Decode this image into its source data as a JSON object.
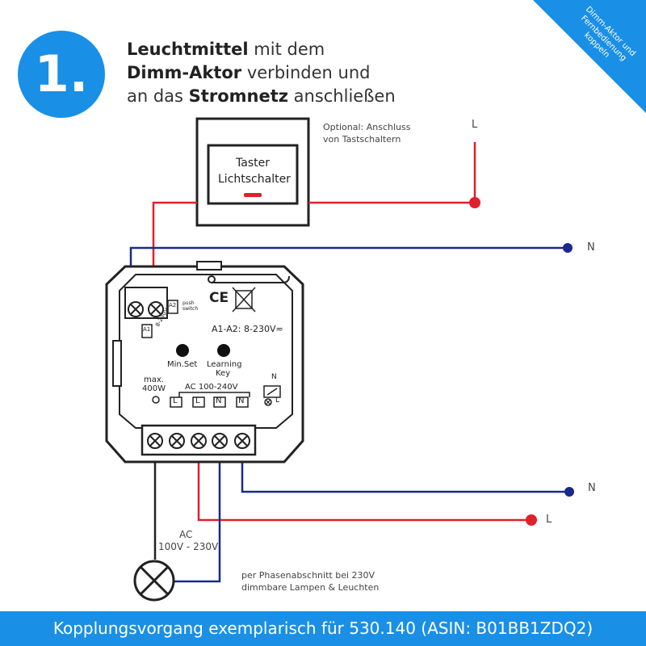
{
  "step_number": "1.",
  "corner_banner": "Dimm-Aktor und Fernbedienung koppeln",
  "headline": {
    "line1_bold": "Leuchtmittel",
    "line1_rest": " mit dem",
    "line2_bold": "Dimm-Aktor",
    "line2_rest": " verbinden und",
    "line3_pre": "an das ",
    "line3_bold": "Stromnetz",
    "line3_rest": " anschließen"
  },
  "switch_box": {
    "label1": "Taster",
    "label2": "Lichtschalter",
    "optional_note1": "Optional: Anschluss",
    "optional_note2": "von Tastschaltern"
  },
  "wire_labels": {
    "top_L": "L",
    "top_N": "N",
    "mid_N": "N",
    "low_L": "L"
  },
  "module": {
    "ce": "CE",
    "a1_a2": "A1-A2: 8-230V≂",
    "minset": "Min.Set",
    "learning1": "Learning",
    "learning2": "Key",
    "max1": "max.",
    "max2": "400W",
    "ac_range": "AC 100-240V",
    "terminals": [
      "L",
      "L",
      "N",
      "N"
    ],
    "small_a1": "A1",
    "small_a2": "A2",
    "small_v": "8-230V",
    "push_switch": "push switch",
    "right_n": "N",
    "right_l": "L"
  },
  "lamp": {
    "ac": "AC",
    "range": "100V - 230V"
  },
  "lamp_note1": "per Phasenabschnitt bei 230V",
  "lamp_note2": "dimmbare Lampen & Leuchten",
  "footer": "Kopplungsvorgang exemplarisch für 530.140 (ASIN: B01BB1ZDQ2)",
  "colors": {
    "accent": "#1a8fe6",
    "wire_red": "#e0202a",
    "wire_blue": "#1a2a8a",
    "outline": "#222222"
  }
}
